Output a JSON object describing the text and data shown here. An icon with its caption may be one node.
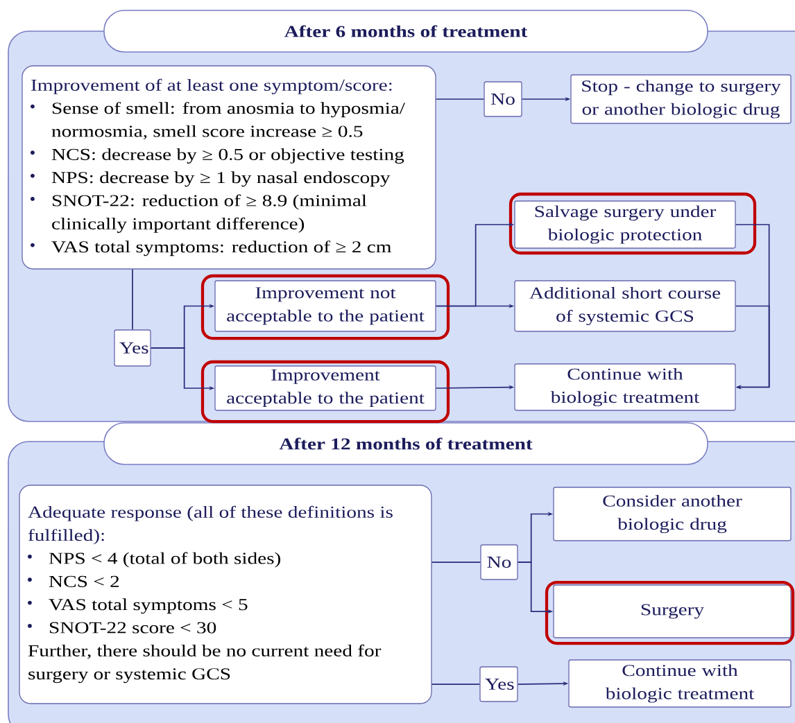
{
  "diagram": {
    "nodes": [
      {
        "text": [
          "After 6 months of treatment"
        ]
      },
      {
        "text": [
          "Improvement of at least one symptom/score:",
          "Sense of smell: from anosmia to hyposmia/ normosmia, smell score increase ≥ 0.5",
          "NCS: decrease by ≥ 0.5 or objective testing",
          "NPS: decrease by ≥ 1 by nasal endoscopy",
          "SNOT-22: reduction of ≥ 8.9 (minimal clinically important difference)",
          "VAS total symptoms: reduction of ≥ 2 cm"
        ],
        "in": 0
      },
      {
        "text": [
          "No"
        ],
        "in": 0
      },
      {
        "text": [
          "Stop - change to surgery or another biologic drug"
        ],
        "in": 0
      },
      {
        "text": [
          "Yes"
        ],
        "in": 0
      },
      {
        "text": [
          "Improvement not acceptable to the patient"
        ],
        "in": 0
      },
      {
        "text": [
          "Improvement acceptable to the patient"
        ],
        "in": 0
      },
      {
        "text": [
          "Salvage surgery under biologic protection"
        ],
        "in": 0
      },
      {
        "text": [
          "Additional short course of systemic GCS"
        ],
        "in": 0
      },
      {
        "text": [
          "Continue with biologic treatment"
        ],
        "in": 0
      },
      {
        "text": [
          "After 12 months of treatment"
        ]
      },
      {
        "text": [
          "Adequate response (all of these definitions is fulfilled):",
          "NPS < 4 (total of both sides)",
          "NCS < 2",
          "VAS total symptoms < 5",
          "SNOT-22 score < 30",
          "Further, there should be no current need for surgery or systemic GCS"
        ],
        "in": 10
      },
      {
        "text": [
          "No"
        ],
        "in": 10
      },
      {
        "text": [
          "Consider another biologic drug"
        ],
        "in": 10
      },
      {
        "text": [
          "Surgery"
        ],
        "in": 10
      },
      {
        "text": [
          "Yes"
        ],
        "in": 10
      },
      {
        "text": [
          "Continue with biologic treatment"
        ],
        "in": 10
      }
    ],
    "edges": [
      {
        "from": 1,
        "to": 2,
        "arrow": "none"
      },
      {
        "from": 2,
        "to": 3,
        "arrow": "to"
      },
      {
        "from": 1,
        "to": 4,
        "arrow": "none"
      },
      {
        "from": 4,
        "to": 5,
        "arrow": "to"
      },
      {
        "from": 4,
        "to": 6,
        "arrow": "to"
      },
      {
        "from": 5,
        "to": 7,
        "arrow": "to"
      },
      {
        "from": 5,
        "to": 8,
        "arrow": "to"
      },
      {
        "from": 7,
        "to": 9,
        "arrow": "to"
      },
      {
        "from": 8,
        "to": 9,
        "arrow": "to"
      },
      {
        "from": 6,
        "to": 9,
        "arrow": "to"
      },
      {
        "from": 11,
        "to": 12,
        "arrow": "none"
      },
      {
        "from": 12,
        "to": 13,
        "arrow": "to"
      },
      {
        "from": 12,
        "to": 14,
        "arrow": "to"
      },
      {
        "from": 11,
        "to": 15,
        "arrow": "none"
      },
      {
        "from": 15,
        "to": 16,
        "arrow": "to"
      }
    ]
  }
}
